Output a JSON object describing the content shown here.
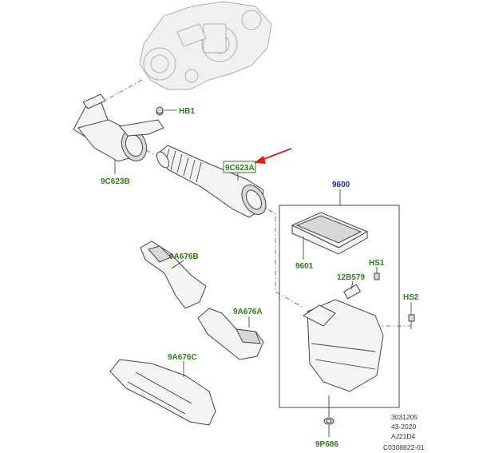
{
  "labels": {
    "hb1": "HB1",
    "l9c623b": "9C623B",
    "l9c623a": "9C623A",
    "l9600": "9600",
    "l9601": "9601",
    "hs1": "HS1",
    "l12b579": "12B579",
    "hs2": "HS2",
    "l9a676b": "9A676B",
    "l9a676a": "9A676A",
    "l9a676c": "9A676C",
    "l9p686": "9P686"
  },
  "reference": {
    "line1": "3031205",
    "line2": "43-2020",
    "line3": "AJ21D4",
    "line4": "C0308822-01"
  },
  "colors": {
    "label_green": "#2e7d1a",
    "label_blue": "#1a2fa0",
    "highlight_box": "#2e7d1a",
    "arrow": "#e01b1b"
  }
}
